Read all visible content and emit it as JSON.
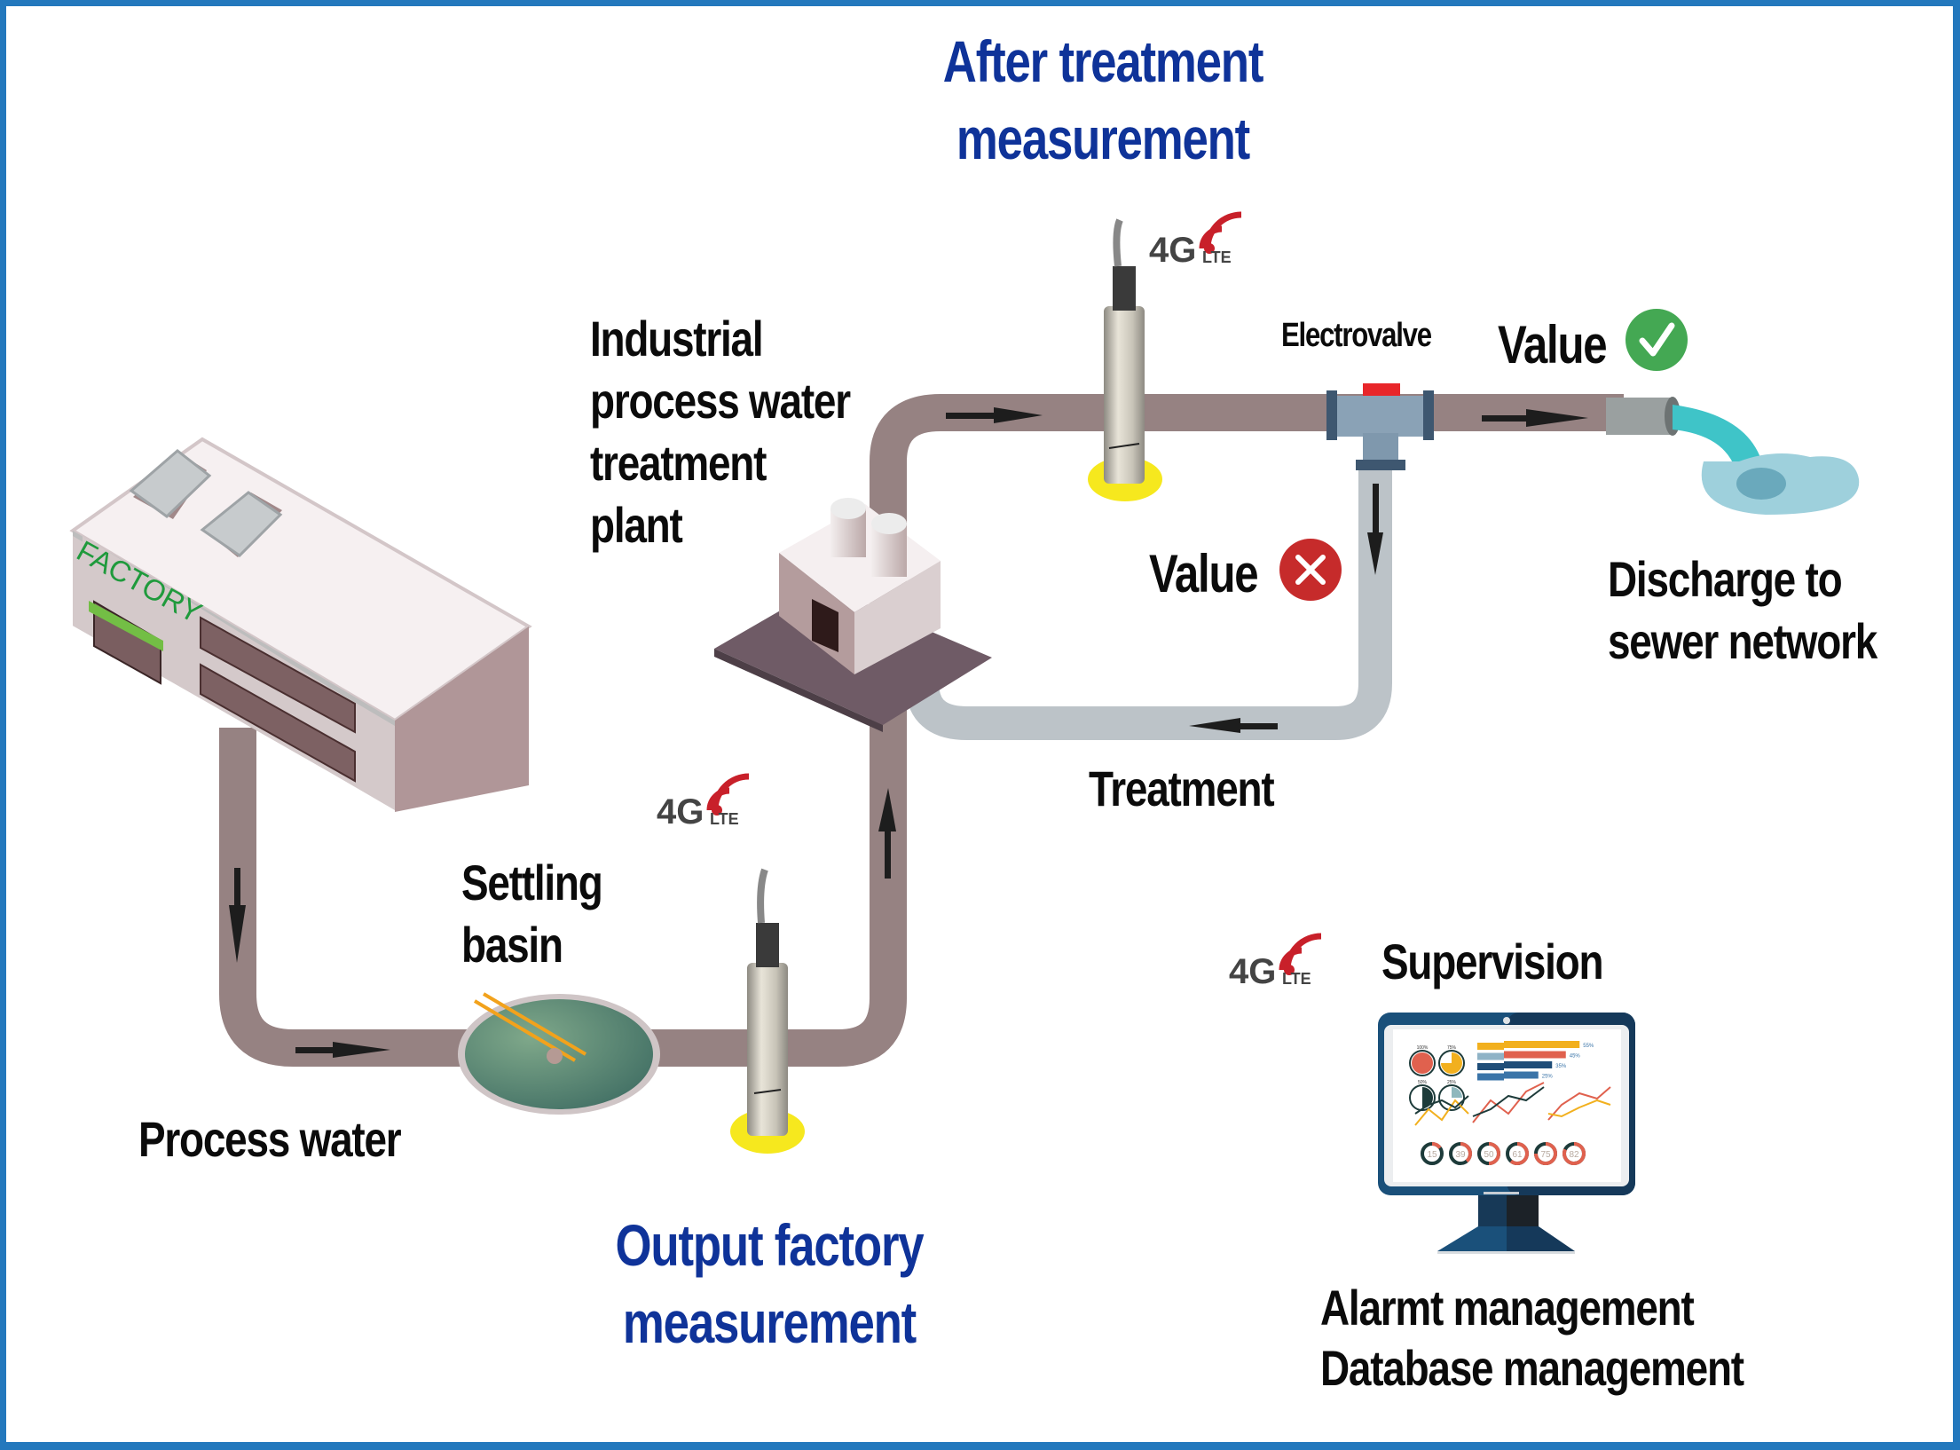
{
  "titles": {
    "after_treatment": [
      "After treatment",
      "measurement"
    ],
    "output_factory": [
      "Output factory",
      "measurement"
    ]
  },
  "labels": {
    "plant": [
      "Industrial",
      "process water",
      "treatment",
      "plant"
    ],
    "settling": [
      "Settling",
      "basin"
    ],
    "process_water": "Process water",
    "electrovalve": "Electrovalve",
    "value_ok": "Value",
    "value_bad": "Value",
    "discharge": [
      "Discharge to",
      "sewer network"
    ],
    "treatment": "Treatment",
    "supervision": "Supervision",
    "management": [
      "Alarmt management",
      "Database management"
    ]
  },
  "factory_sign": "FACTORY",
  "lte": {
    "big": "4G",
    "small": "LTE"
  },
  "status": {
    "ok_icon": "check-circle-icon",
    "bad_icon": "x-circle-icon"
  },
  "dashboard": {
    "pie_labels": [
      "100%",
      "75%",
      "50%",
      "25%"
    ],
    "pie_fractions": [
      1.0,
      0.75,
      0.5,
      0.25
    ],
    "bars": [
      {
        "tag": "sample",
        "value": 55,
        "label": "55%",
        "color": "#f2b01e"
      },
      {
        "tag": "sample",
        "value": 45,
        "label": "45%",
        "color": "#e0614e"
      },
      {
        "tag": "sample",
        "value": 35,
        "label": "35%",
        "color": "#1e4d78"
      },
      {
        "tag": "sample",
        "value": 25,
        "label": "25%",
        "color": "#3a74a8"
      }
    ],
    "gauges": [
      15,
      39,
      50,
      61,
      75,
      82
    ]
  },
  "colors": {
    "border": "#2378bd",
    "title_blue": "#0f3399",
    "pipe": "#968282",
    "return_pipe": "#bcc3c8",
    "ok_green": "#44a853",
    "bad_red": "#c62b2b",
    "sensor_ring": "#f6e81e",
    "lte_red": "#c8202a",
    "lte_grey": "#444444",
    "factory_green": "#1f9a3c"
  }
}
